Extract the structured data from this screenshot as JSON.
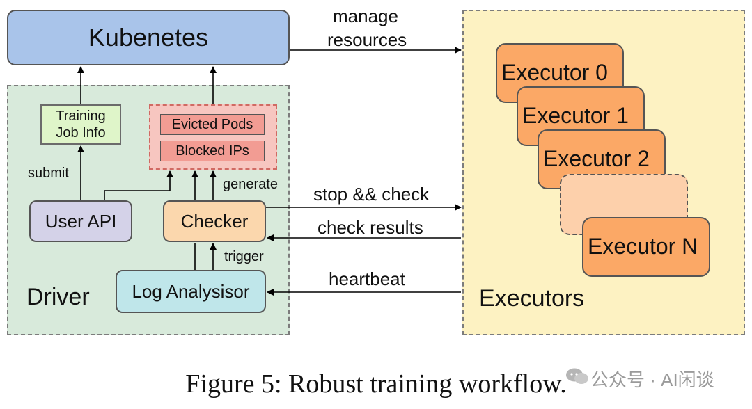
{
  "kubernetes": {
    "label": "Kubenetes"
  },
  "driver": {
    "title": "Driver",
    "job_info": {
      "line1": "Training",
      "line2": "Job Info"
    },
    "evicted_pods": "Evicted Pods",
    "blocked_ips": "Blocked IPs",
    "user_api": "User API",
    "checker": "Checker",
    "log_analysisor": "Log Analysisor"
  },
  "executors": {
    "title": "Executors",
    "items": [
      "Executor 0",
      "Executor 1",
      "Executor 2",
      "Executor N"
    ]
  },
  "edge_labels": {
    "manage_line1": "manage",
    "manage_line2": "resources",
    "submit": "submit",
    "generate": "generate",
    "trigger": "trigger",
    "stop_check": "stop && check",
    "check_results": "check results",
    "heartbeat": "heartbeat"
  },
  "caption": "Figure 5: Robust training workflow.",
  "watermark": "公众号 · AI闲谈",
  "colors": {
    "kubernetes": "#a9c4ea",
    "driver_bg": "#d8eadb",
    "executors_bg": "#fdf2c2",
    "executor": "#fba866",
    "job_info": "#dff5c9",
    "pods_group": "#f7c6c0",
    "pill": "#f29c93",
    "user_api": "#d4d2e8",
    "checker": "#fbd7ad",
    "log_analysisor": "#bfe6ea"
  }
}
